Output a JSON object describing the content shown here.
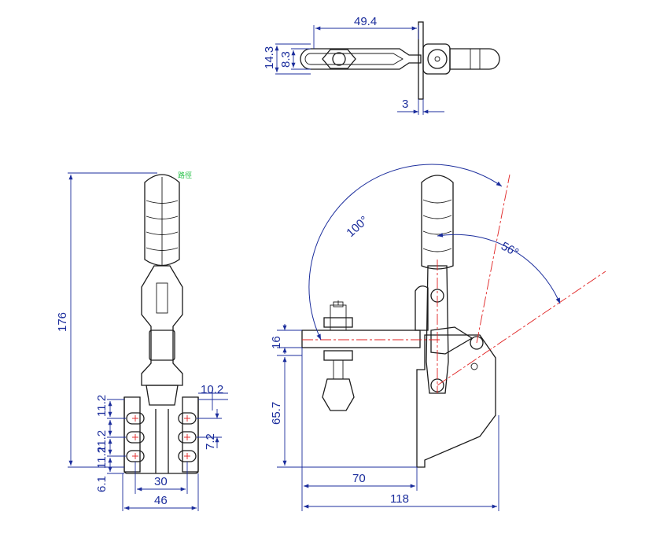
{
  "colors": {
    "dimension": "#1b2d9c",
    "centerline": "#e02020",
    "outline": "#1a1a1a",
    "note": "#29c24a"
  },
  "top_view": {
    "dims": {
      "length": "49.4",
      "height_outer": "14.3",
      "height_inner": "8.3",
      "plate": "3"
    }
  },
  "front_view": {
    "note": "路徑",
    "dims": {
      "total_height": "176",
      "spacing_a": "11.2",
      "spacing_b": "11.2",
      "spacing_c": "11.2",
      "bottom": "6.1",
      "slot_offset": "10.2",
      "slot_length": "7.2",
      "hole_pitch": "30",
      "base_width": "46"
    }
  },
  "side_view": {
    "dims": {
      "arm_thickness": "16",
      "spindle_height": "65.7",
      "reach": "70",
      "overall": "118",
      "open_angle": "100°",
      "release_angle": "56°"
    }
  }
}
